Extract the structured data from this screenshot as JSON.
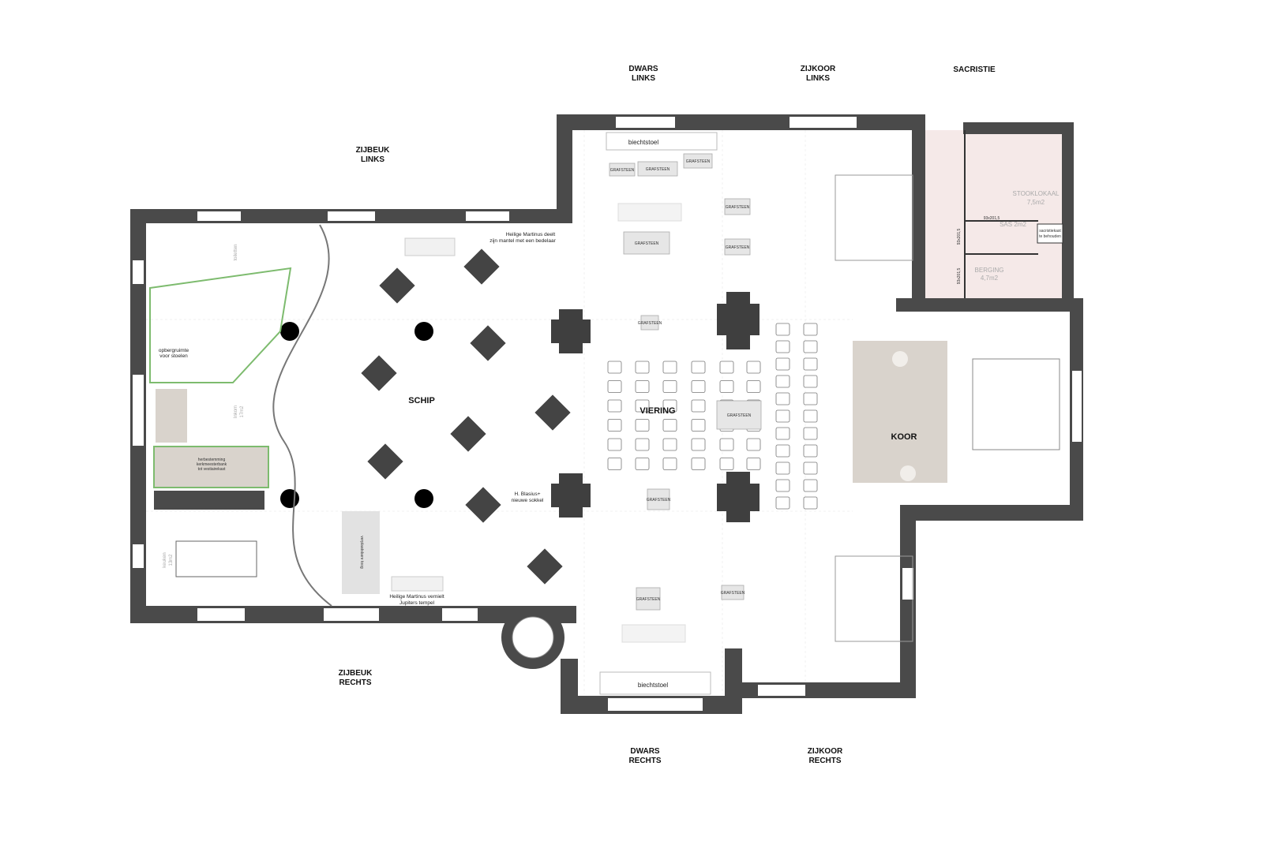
{
  "rooms": {
    "zijbeuk_links": [
      "ZIJBEUK",
      "LINKS"
    ],
    "dwars_links": [
      "DWARS",
      "LINKS"
    ],
    "zijkoor_links": [
      "ZIJKOOR",
      "LINKS"
    ],
    "sacristie": "SACRISTIE",
    "schip": "SCHIP",
    "viering": "VIERING",
    "koor": "KOOR",
    "zijbeuk_rechts": [
      "ZIJBEUK",
      "RECHTS"
    ],
    "dwars_rechts": [
      "DWARS",
      "RECHTS"
    ],
    "zijkoor_rechts": [
      "ZIJKOOR",
      "RECHTS"
    ]
  },
  "sacristie_rooms": {
    "stooklokaal": [
      "STOOKLOKAAL",
      "7,5m2"
    ],
    "sas": "SAS 2m2",
    "berging": [
      "BERGING",
      "4,7m2"
    ],
    "door_size": "93x201,5",
    "sacristiekast": [
      "sacristiekast",
      "te behouden"
    ]
  },
  "annotations": {
    "martinus_mantel": [
      "Heilige Martinus deelt",
      "zijn mantel met een bedelaar"
    ],
    "martinus_tempel": [
      "Heilige Martinus vernielt",
      "Jupiters tempel"
    ],
    "blasius": [
      "H. Blasius+",
      "nieuwe sokkel"
    ],
    "biechtstoel": "biechtstoel",
    "grafsteen": "GRAFSTEEN",
    "toiletten": "toiletten",
    "opbergruimte": [
      "opbergruimte",
      "voor stoelen"
    ],
    "inkom": [
      "Inkom",
      "17m2"
    ],
    "herbestemming": [
      "herbestemming",
      "kerkmeesterbank",
      "tot vestiairekast"
    ],
    "keuken": [
      "keuken",
      "13m2"
    ],
    "toog": "verplaatsbare toog"
  },
  "colors": {
    "wall": "#4a4a4a",
    "koor_floor": "#d9d3cc",
    "sacristie_floor": "#f5e9e8",
    "green_partition": "#7dbb6e"
  }
}
